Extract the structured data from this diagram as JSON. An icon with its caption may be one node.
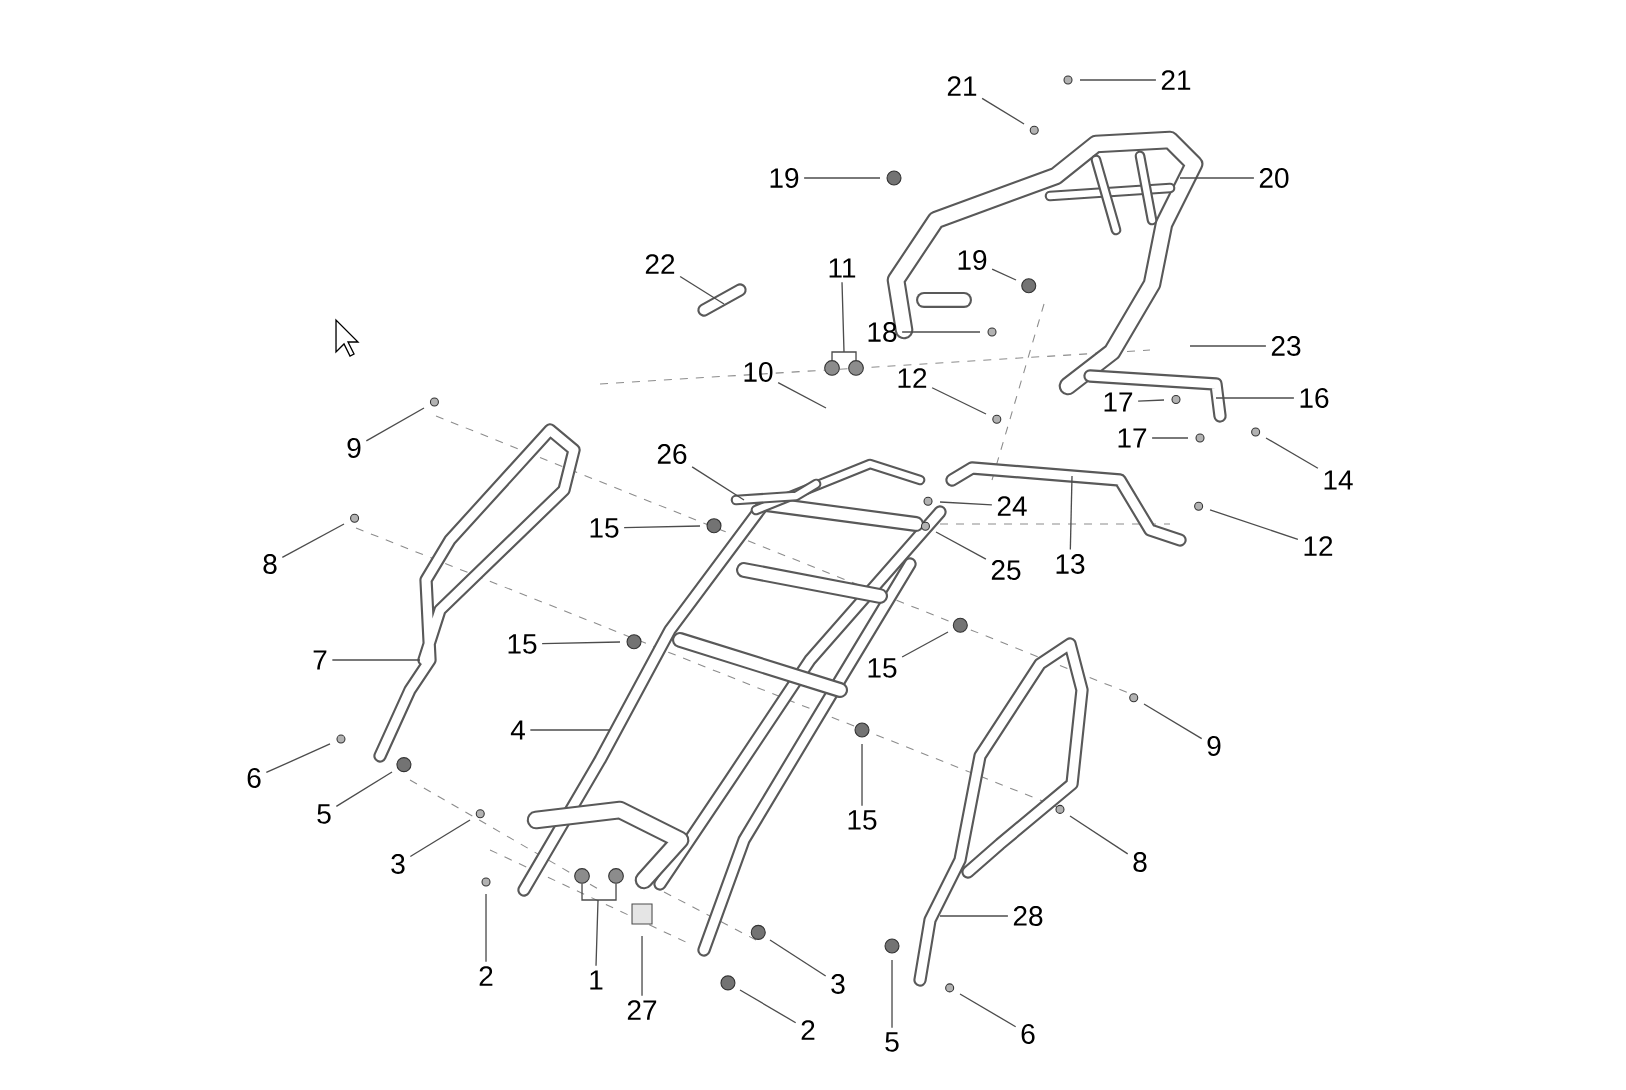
{
  "diagram": {
    "nodes": [
      {
        "text": [
          "21"
        ]
      },
      {
        "text": [
          "21"
        ]
      },
      {
        "text": [
          "19"
        ]
      },
      {
        "text": [
          "20"
        ]
      },
      {
        "text": [
          "22"
        ]
      },
      {
        "text": [
          "11"
        ]
      },
      {
        "text": [
          "19"
        ]
      },
      {
        "text": [
          "18"
        ]
      },
      {
        "text": [
          "23"
        ]
      },
      {
        "text": [
          "10"
        ]
      },
      {
        "text": [
          "12"
        ]
      },
      {
        "text": [
          "16"
        ]
      },
      {
        "text": [
          "17"
        ]
      },
      {
        "text": [
          "17"
        ]
      },
      {
        "text": [
          "9"
        ]
      },
      {
        "text": [
          "26"
        ]
      },
      {
        "text": [
          "14"
        ]
      },
      {
        "text": [
          "24"
        ]
      },
      {
        "text": [
          "15"
        ]
      },
      {
        "text": [
          "12"
        ]
      },
      {
        "text": [
          "8"
        ]
      },
      {
        "text": [
          "13"
        ]
      },
      {
        "text": [
          "25"
        ]
      },
      {
        "text": [
          "7"
        ]
      },
      {
        "text": [
          "15"
        ]
      },
      {
        "text": [
          "15"
        ]
      },
      {
        "text": [
          "4"
        ]
      },
      {
        "text": [
          "9"
        ]
      },
      {
        "text": [
          "6"
        ]
      },
      {
        "text": [
          "5"
        ]
      },
      {
        "text": [
          "15"
        ]
      },
      {
        "text": [
          "3"
        ]
      },
      {
        "text": [
          "8"
        ]
      },
      {
        "text": [
          "28"
        ]
      },
      {
        "text": [
          "2"
        ]
      },
      {
        "text": [
          "1"
        ]
      },
      {
        "text": [
          "3"
        ]
      },
      {
        "text": [
          "27"
        ]
      },
      {
        "text": [
          "2"
        ]
      },
      {
        "text": [
          "5"
        ]
      },
      {
        "text": [
          "6"
        ]
      },
      {
        "text": [],
        "shape": "circle"
      },
      {
        "text": [],
        "shape": "circle"
      },
      {
        "text": [],
        "shape": "circle"
      },
      {
        "text": [],
        "shape": "circle"
      }
    ],
    "edges": [
      {
        "from": 0,
        "to": null,
        "arrow": "none"
      },
      {
        "from": 1,
        "to": null,
        "arrow": "none"
      },
      {
        "from": 2,
        "to": null,
        "arrow": "none"
      },
      {
        "from": 3,
        "to": null,
        "arrow": "none"
      },
      {
        "from": 4,
        "to": null,
        "arrow": "none"
      },
      {
        "from": 5,
        "to": 41,
        "arrow": "none"
      },
      {
        "from": 5,
        "to": 42,
        "arrow": "none"
      },
      {
        "from": 6,
        "to": null,
        "arrow": "none"
      },
      {
        "from": 7,
        "to": null,
        "arrow": "none"
      },
      {
        "from": 8,
        "to": null,
        "arrow": "none"
      },
      {
        "from": 9,
        "to": null,
        "arrow": "none"
      },
      {
        "from": 10,
        "to": null,
        "arrow": "none"
      },
      {
        "from": 11,
        "to": null,
        "arrow": "none"
      },
      {
        "from": 12,
        "to": null,
        "arrow": "none"
      },
      {
        "from": 13,
        "to": null,
        "arrow": "none"
      },
      {
        "from": 14,
        "to": null,
        "arrow": "none"
      },
      {
        "from": 15,
        "to": null,
        "arrow": "none"
      },
      {
        "from": 16,
        "to": null,
        "arrow": "none"
      },
      {
        "from": 17,
        "to": null,
        "arrow": "none"
      },
      {
        "from": 18,
        "to": null,
        "arrow": "none"
      },
      {
        "from": 19,
        "to": null,
        "arrow": "none"
      },
      {
        "from": 20,
        "to": null,
        "arrow": "none"
      },
      {
        "from": 21,
        "to": null,
        "arrow": "none"
      },
      {
        "from": 22,
        "to": null,
        "arrow": "none"
      },
      {
        "from": 23,
        "to": null,
        "arrow": "none"
      },
      {
        "from": 24,
        "to": null,
        "arrow": "none"
      },
      {
        "from": 25,
        "to": null,
        "arrow": "none"
      },
      {
        "from": 26,
        "to": null,
        "arrow": "none"
      },
      {
        "from": 27,
        "to": null,
        "arrow": "none"
      },
      {
        "from": 28,
        "to": null,
        "arrow": "none"
      },
      {
        "from": 29,
        "to": null,
        "arrow": "none"
      },
      {
        "from": 30,
        "to": null,
        "arrow": "none"
      },
      {
        "from": 31,
        "to": null,
        "arrow": "none"
      },
      {
        "from": 32,
        "to": null,
        "arrow": "none"
      },
      {
        "from": 33,
        "to": null,
        "arrow": "none"
      },
      {
        "from": 34,
        "to": null,
        "arrow": "none"
      },
      {
        "from": 35,
        "to": 43,
        "arrow": "none"
      },
      {
        "from": 35,
        "to": 44,
        "arrow": "none"
      },
      {
        "from": 36,
        "to": null,
        "arrow": "none"
      },
      {
        "from": 37,
        "to": null,
        "arrow": "none"
      },
      {
        "from": 38,
        "to": null,
        "arrow": "none"
      },
      {
        "from": 39,
        "to": null,
        "arrow": "none"
      },
      {
        "from": 40,
        "to": null,
        "arrow": "none"
      }
    ]
  }
}
